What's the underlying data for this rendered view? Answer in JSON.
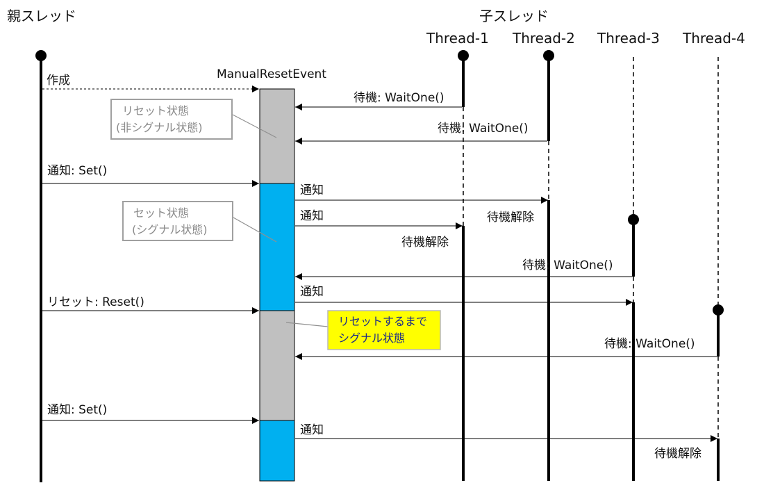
{
  "parent_thread_label": "親スレッド",
  "child_threads_header": "子スレッド",
  "threads": [
    {
      "name": "Thread-1"
    },
    {
      "name": "Thread-2"
    },
    {
      "name": "Thread-3"
    },
    {
      "name": "Thread-4"
    }
  ],
  "event_object_label": "ManualResetEvent",
  "messages": {
    "create": "作成",
    "wait_t1": "待機: WaitOne()",
    "wait_t2": "待機: WaitOne()",
    "set_1": "通知: Set()",
    "notify_t2": "通知",
    "notify_t1": "通知",
    "release_t2": "待機解除",
    "release_t1": "待機解除",
    "wait_t3": "待機: WaitOne()",
    "notify_t3": "通知",
    "reset": "リセット: Reset()",
    "wait_t4": "待機: WaitOne()",
    "set_2": "通知: Set()",
    "notify_t4": "通知",
    "release_t4": "待機解除"
  },
  "callouts": {
    "reset_state": [
      "リセット状態",
      "(非シグナル状態)"
    ],
    "set_state": [
      "セット状態",
      "(シグナル状態)"
    ],
    "signaled_until_reset": [
      "リセットするまで",
      "シグナル状態"
    ]
  },
  "colors": {
    "non_signaled": "#c0c0c0",
    "signaled": "#00b0f0",
    "highlight_box": "#ffff00",
    "line": "#000000"
  }
}
